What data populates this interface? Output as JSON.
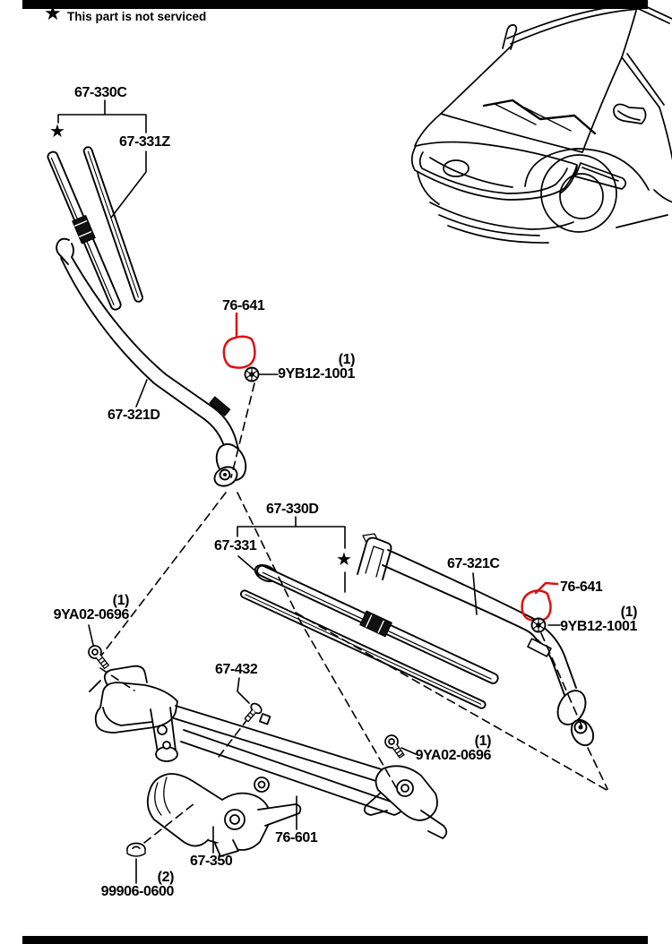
{
  "colors": {
    "highlight_red": "#dd1111",
    "ink": "#000000",
    "paper": "#ffffff"
  },
  "icons": {
    "star": "★"
  },
  "legend": {
    "note": "This part is not serviced"
  },
  "parts": {
    "blade_assembly_left": {
      "code": "67-330C"
    },
    "refill_left": {
      "code": "67-331Z"
    },
    "arm_left": {
      "code": "67-321D"
    },
    "pivot_cap_left": {
      "code": "76-641"
    },
    "pivot_nut_left": {
      "qty": "(1)",
      "code": "9YB12-1001"
    },
    "blade_assembly_front": {
      "code": "67-330D"
    },
    "refill_front": {
      "code": "67-331"
    },
    "arm_front": {
      "code": "67-321C"
    },
    "pivot_cap_right": {
      "code": "76-641"
    },
    "pivot_nut_right": {
      "qty": "(1)",
      "code": "9YB12-1001"
    },
    "mount_bolt_left": {
      "qty": "(1)",
      "code": "9YA02-0696"
    },
    "link_screw": {
      "code": "67-432"
    },
    "mount_bolt_right": {
      "qty": "(1)",
      "code": "9YA02-0696"
    },
    "wiper_linkage": {
      "code": "76-601"
    },
    "wiper_motor": {
      "code": "67-350"
    },
    "motor_nut": {
      "qty": "(2)",
      "code": "99906-0600"
    }
  }
}
